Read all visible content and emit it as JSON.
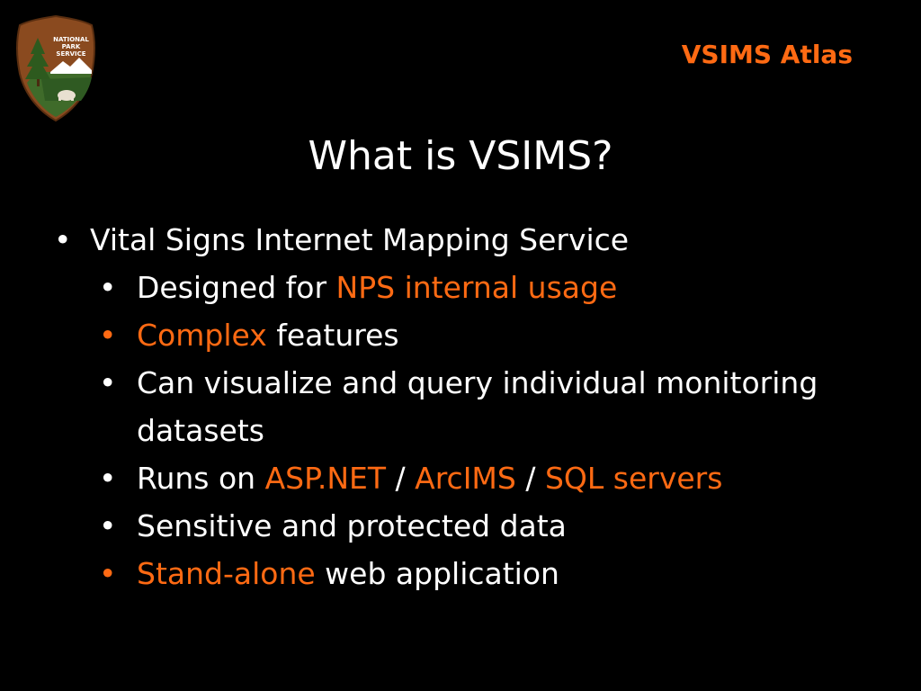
{
  "header": {
    "title": "VSIMS Atlas",
    "logo_text": [
      "NATIONAL",
      "PARK",
      "SERVICE"
    ]
  },
  "slide": {
    "title": "What is VSIMS?",
    "bullet_glyph": "•",
    "item_main": "Vital Signs Internet Mapping Service",
    "sub_items": [
      {
        "segments": [
          {
            "text": "Designed for ",
            "accent": false
          },
          {
            "text": "NPS internal usage",
            "accent": true
          }
        ],
        "bullet_accent": false
      },
      {
        "segments": [
          {
            "text": "Complex",
            "accent": true
          },
          {
            "text": " features",
            "accent": false
          }
        ],
        "bullet_accent": true
      },
      {
        "segments": [
          {
            "text": "Can visualize and query individual monitoring datasets",
            "accent": false
          }
        ],
        "bullet_accent": false
      },
      {
        "segments": [
          {
            "text": "Runs on ",
            "accent": false
          },
          {
            "text": "ASP.NET",
            "accent": true
          },
          {
            "text": " / ",
            "accent": false
          },
          {
            "text": "ArcIMS",
            "accent": true
          },
          {
            "text": " / ",
            "accent": false
          },
          {
            "text": "SQL servers",
            "accent": true
          }
        ],
        "bullet_accent": false
      },
      {
        "segments": [
          {
            "text": "Sensitive and protected data",
            "accent": false
          }
        ],
        "bullet_accent": false
      },
      {
        "segments": [
          {
            "text": "Stand-alone",
            "accent": true
          },
          {
            "text": " web application",
            "accent": false
          }
        ],
        "bullet_accent": true
      }
    ]
  },
  "colors": {
    "background": "#000000",
    "text": "#ffffff",
    "accent": "#ff6a13"
  }
}
